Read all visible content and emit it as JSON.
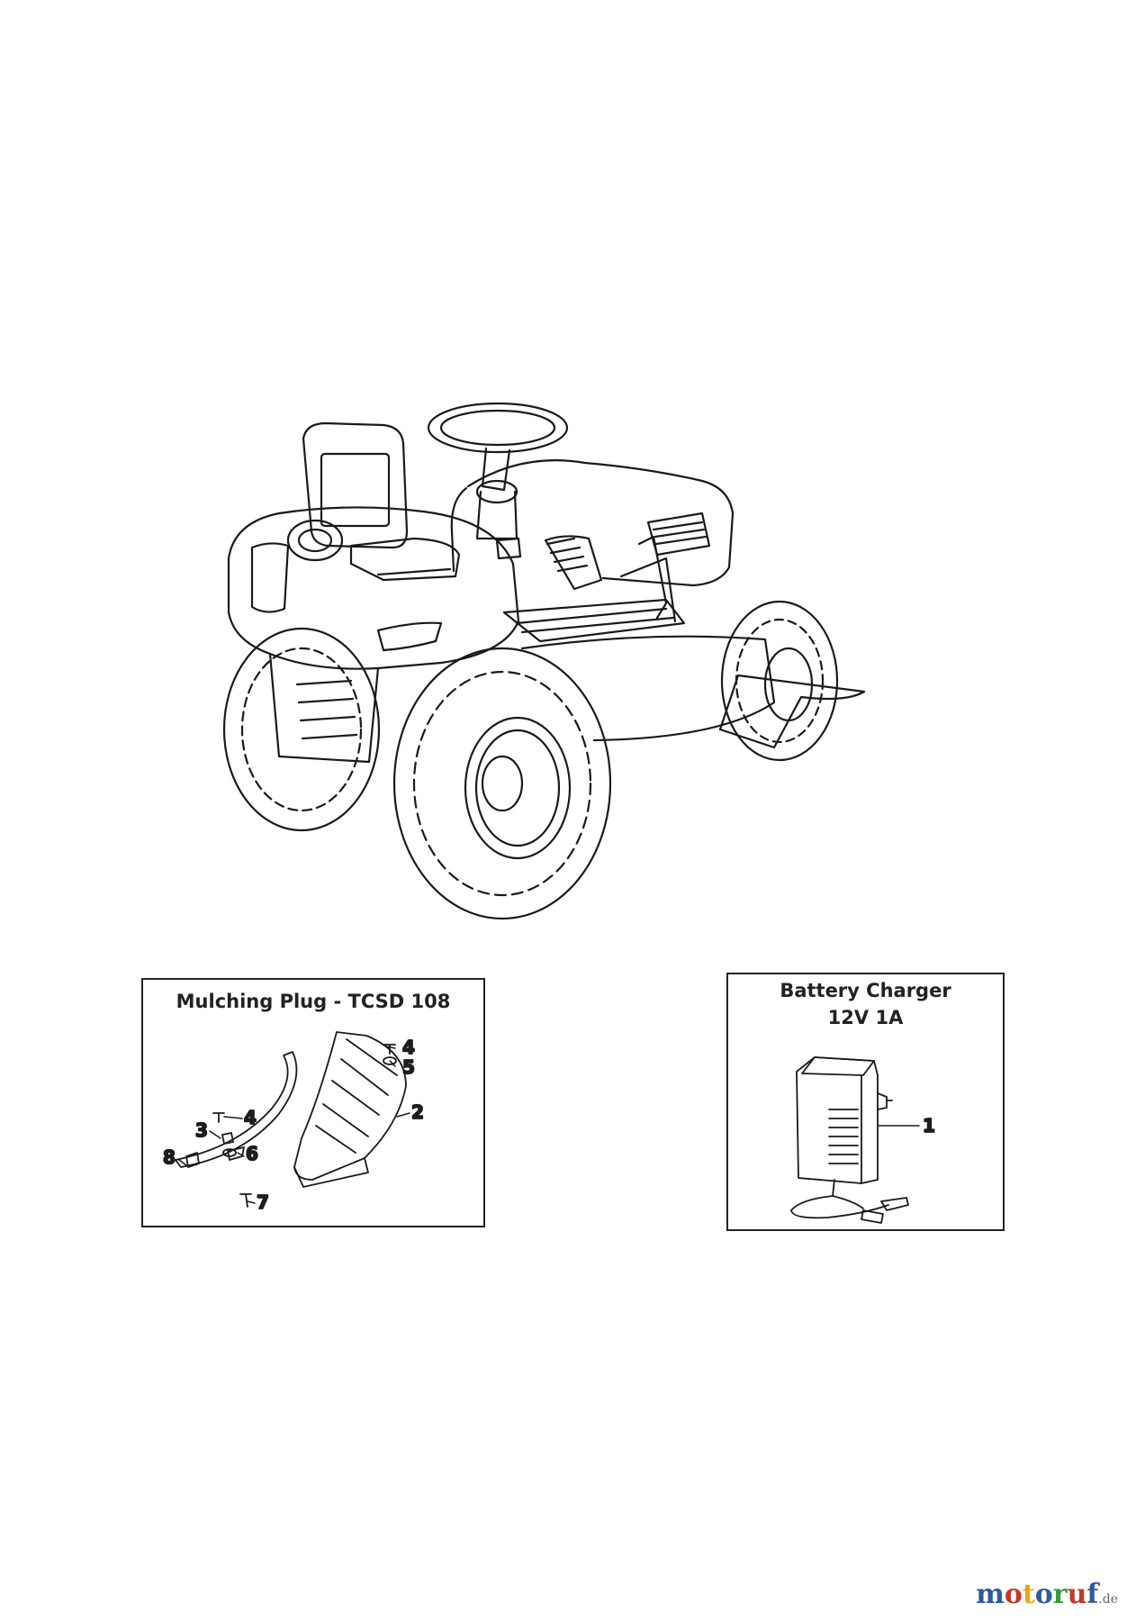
{
  "mulching_panel": {
    "title": "Mulching Plug - TCSD 108",
    "callouts": [
      "4",
      "5",
      "4",
      "3",
      "6",
      "8",
      "2",
      "7"
    ]
  },
  "charger_panel": {
    "title_line1": "Battery Charger",
    "title_line2": "12V 1A",
    "callouts": [
      "1"
    ]
  },
  "watermark": {
    "letters": [
      "m",
      "o",
      "t",
      "o",
      "r",
      "u",
      "f"
    ],
    "colors": [
      "#2c5aa0",
      "#c0392b",
      "#e6a817",
      "#2c5aa0",
      "#3a9a3a",
      "#c0392b",
      "#2c5aa0"
    ],
    "suffix": ".de"
  }
}
